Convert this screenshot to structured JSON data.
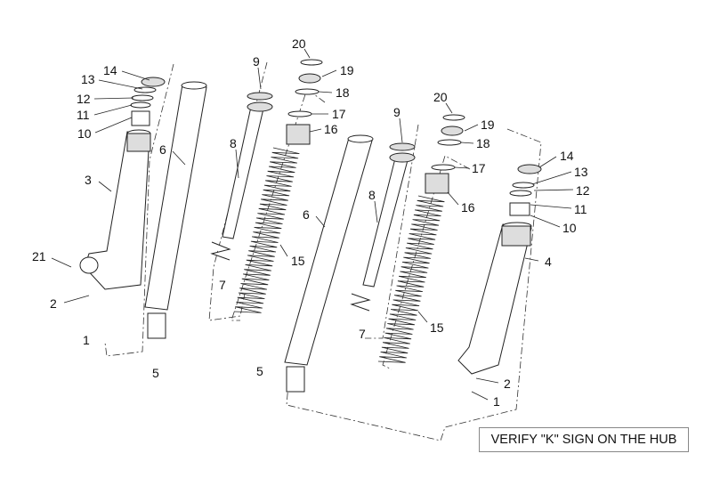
{
  "note": "VERIFY \"K\" SIGN ON THE HUB",
  "callouts": [
    "1",
    "2",
    "3",
    "4",
    "5",
    "6",
    "7",
    "8",
    "9",
    "10",
    "11",
    "12",
    "13",
    "14",
    "15",
    "16",
    "17",
    "18",
    "19",
    "20",
    "21"
  ]
}
